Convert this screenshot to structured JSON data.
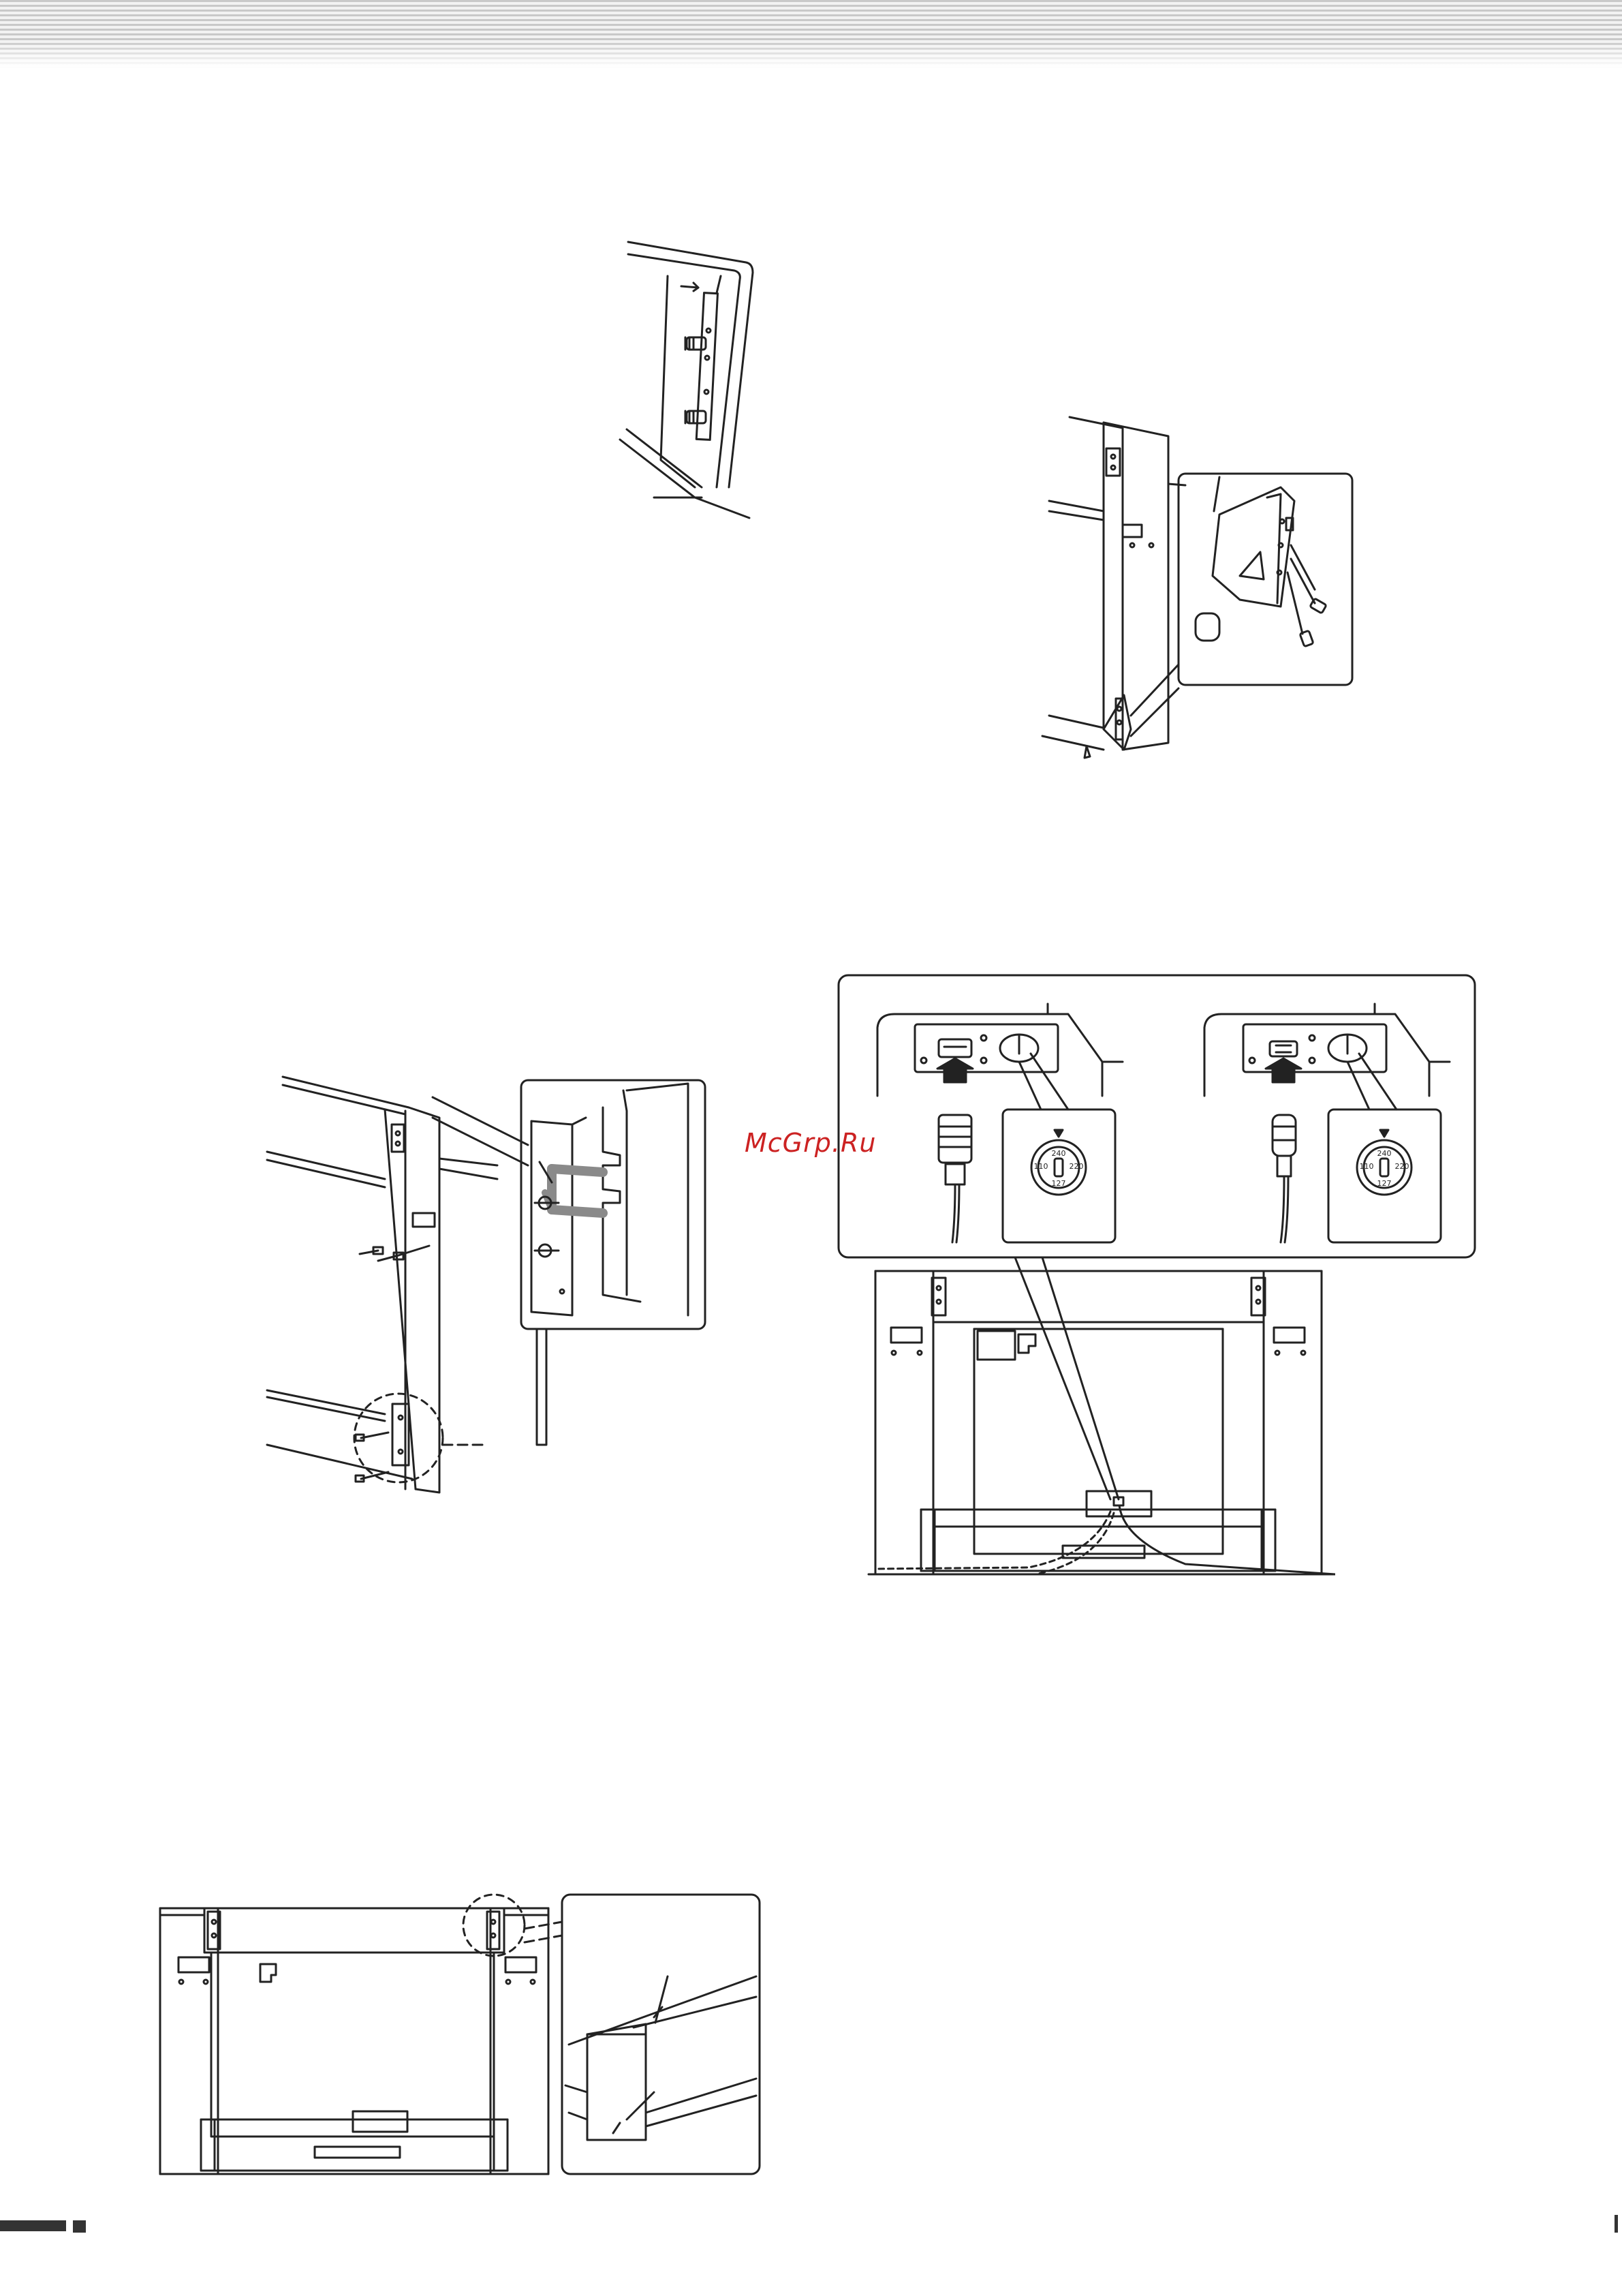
{
  "watermark": {
    "text": "McGrp.Ru",
    "color": "#cc2222"
  },
  "voltage_selector": {
    "left": {
      "top": "240",
      "left": "110",
      "right": "220",
      "bottom": "127"
    },
    "right": {
      "top": "240",
      "left": "110",
      "right": "220",
      "bottom": "127"
    }
  },
  "colors": {
    "line": "#222222",
    "bar_gray": "#8a8a8a",
    "page_mark": "#333333"
  }
}
